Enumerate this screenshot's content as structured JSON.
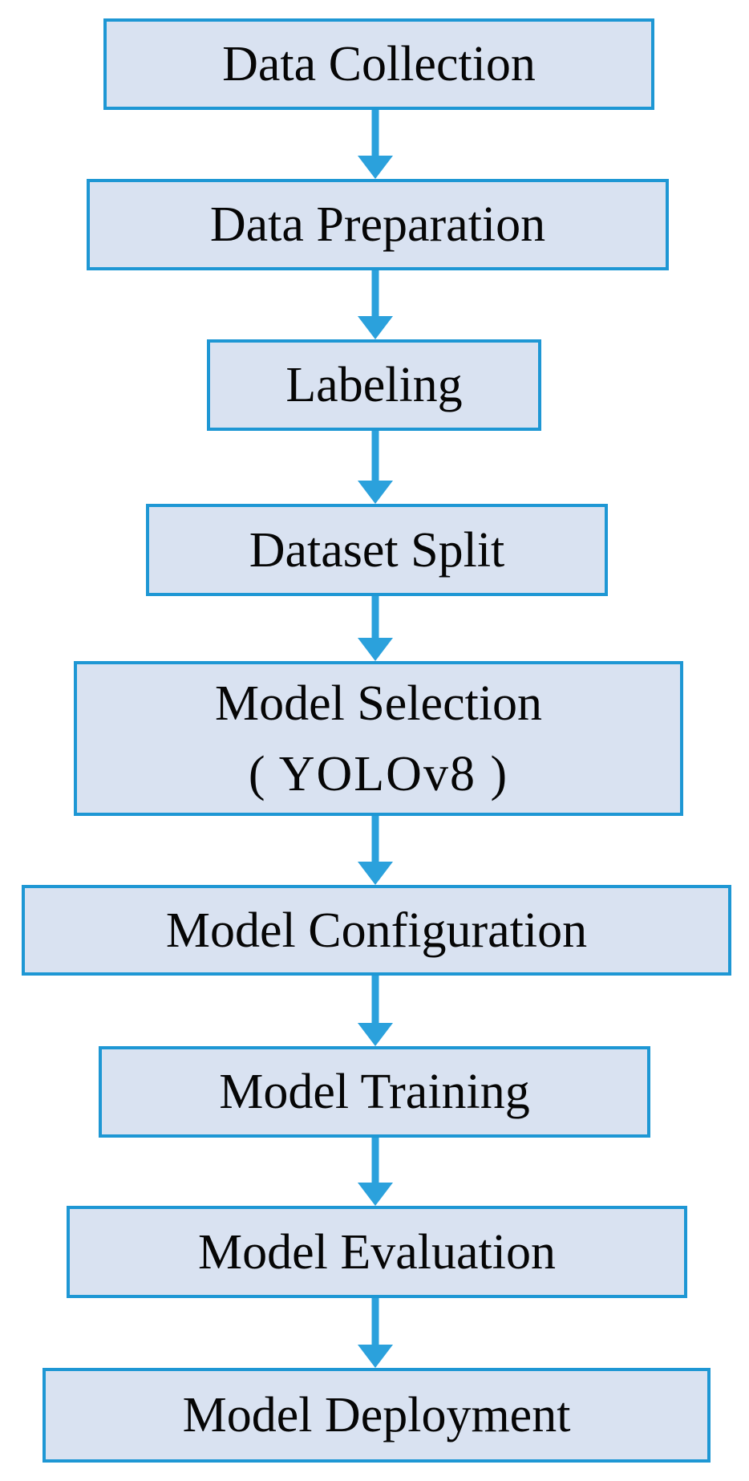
{
  "diagram": {
    "type": "flowchart",
    "direction": "top-to-bottom",
    "steps": [
      {
        "label": "Data Collection"
      },
      {
        "label": "Data Preparation"
      },
      {
        "label": "Labeling"
      },
      {
        "label": "Dataset Split"
      },
      {
        "label": "Model Selection",
        "sublabel": "( YOLOv8 )"
      },
      {
        "label": "Model Configuration"
      },
      {
        "label": "Model Training"
      },
      {
        "label": "Model Evaluation"
      },
      {
        "label": "Model Deployment"
      }
    ],
    "connectors": {
      "count": 8,
      "icon": "arrow-down-icon"
    },
    "colors": {
      "background": "#FFFFFF",
      "box_fill": "#D9E2F1",
      "box_border": "#1E97D4",
      "arrow": "#2BA1DC",
      "text": "#060606"
    }
  }
}
